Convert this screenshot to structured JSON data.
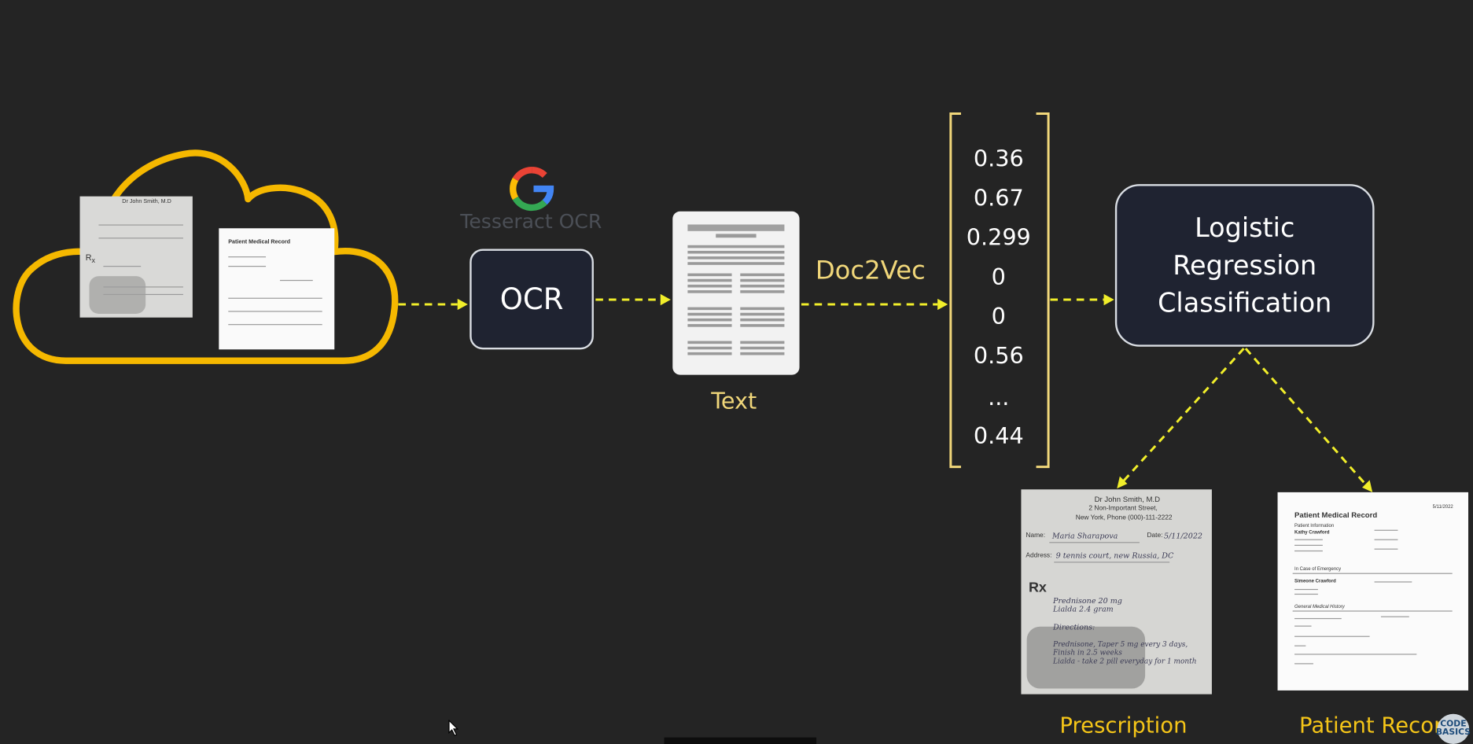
{
  "ocr": {
    "engine_label": "Tesseract OCR",
    "box_label": "OCR",
    "google_icon": "google-g-icon"
  },
  "text_node": {
    "label": "Text"
  },
  "embedding": {
    "label": "Doc2Vec",
    "vector": [
      "0.36",
      "0.67",
      "0.299",
      "0",
      "0",
      "0.56",
      "...",
      "0.44"
    ]
  },
  "classifier": {
    "lines": [
      "Logistic",
      "Regression",
      "Classification"
    ]
  },
  "outputs": {
    "prescription_label": "Prescription",
    "patient_record_label": "Patient Recor"
  },
  "prescription_doc": {
    "doctor": "Dr John Smith, M.D",
    "street": "2 Non-Important Street,",
    "city_phone": "New York, Phone (000)-111-2222",
    "name_label": "Name:",
    "name_value": "Maria Sharapova",
    "date_label": "Date:",
    "date_value": "5/11/2022",
    "address_label": "Address:",
    "address_value": "9 tennis court, new Russia, DC",
    "rx_symbol": "Rx",
    "med1": "Prednisone 20 mg",
    "med2": "Lialda 2.4 gram",
    "directions_label": "Directions:",
    "dir1": "Prednisone, Taper 5 mg every 3 days,",
    "dir2": "Finish in 2.5 weeks",
    "dir3": "Lialda - take 2 pill everyday for 1 month"
  },
  "record_doc": {
    "title": "Patient Medical Record",
    "date": "5/11/2022",
    "section1": "In Case of Emergency",
    "section2": "General Medical History",
    "line1": "Patient Information",
    "line2": "Kathy Crawford",
    "line3": "Simeone Crawford"
  },
  "colors": {
    "background": "#242424",
    "cloud": "#f5b800",
    "arrow": "#f1ee2a",
    "accent_label": "#f5c518",
    "node_fill": "#1f2331"
  },
  "logo": {
    "text": "CODE BASICS"
  }
}
